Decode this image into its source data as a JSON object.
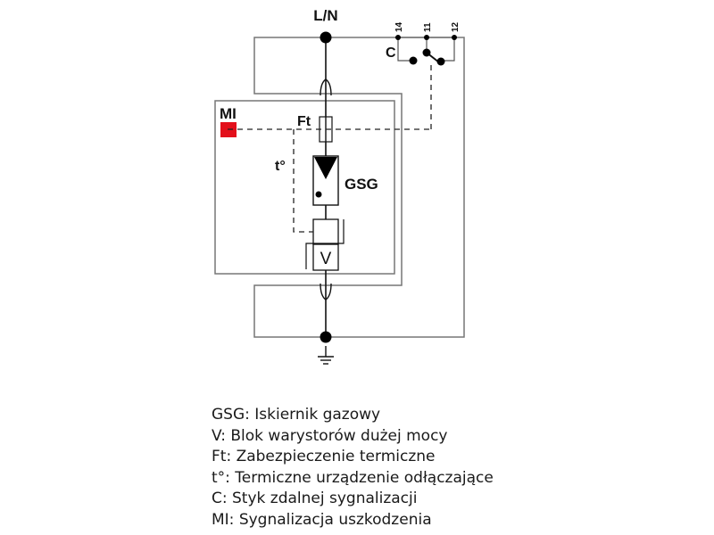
{
  "diagram": {
    "terminal_top_label": "L/N",
    "contact_label": "C",
    "contact_pins": [
      "14",
      "11",
      "12"
    ],
    "mi_label": "MI",
    "ft_label": "Ft",
    "t_label": "t°",
    "gsg_label": "GSG",
    "v_label": "V",
    "mi_indicator_color": "#e3101b"
  },
  "legend": [
    "GSG: Iskiernik gazowy",
    "V: Blok warystorów dużej mocy",
    "Ft: Zabezpieczenie termiczne",
    "t°: Termiczne urządzenie odłączające",
    "C: Styk zdalnej sygnalizacji",
    "MI: Sygnalizacja uszkodzenia"
  ]
}
